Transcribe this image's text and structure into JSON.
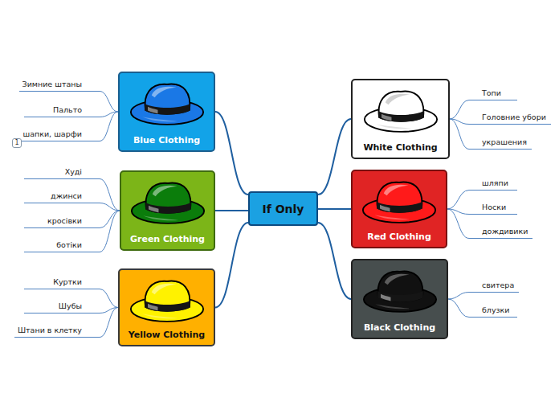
{
  "diagram": {
    "nodes": [
      {
        "text": [
          "If Only"
        ]
      },
      {
        "text": [
          "Blue Clothing"
        ]
      },
      {
        "text": [
          "Зимние штаны"
        ]
      },
      {
        "text": [
          "Пальто"
        ]
      },
      {
        "text": [
          "шапки, шарфи"
        ]
      },
      {
        "text": [
          "Green Clothing"
        ]
      },
      {
        "text": [
          "Худі"
        ]
      },
      {
        "text": [
          "джинси"
        ]
      },
      {
        "text": [
          "кросівки"
        ]
      },
      {
        "text": [
          "ботіки"
        ]
      },
      {
        "text": [
          "Yellow Clothing"
        ]
      },
      {
        "text": [
          "Куртки"
        ]
      },
      {
        "text": [
          "Шубы"
        ]
      },
      {
        "text": [
          "Штани в клетку"
        ]
      },
      {
        "text": [
          "White Clothing"
        ]
      },
      {
        "text": [
          "Топи"
        ]
      },
      {
        "text": [
          "Головние убори"
        ]
      },
      {
        "text": [
          "украшения"
        ]
      },
      {
        "text": [
          "Red Clothing"
        ]
      },
      {
        "text": [
          "шляпи"
        ]
      },
      {
        "text": [
          "Носки"
        ]
      },
      {
        "text": [
          "дождивики"
        ]
      },
      {
        "text": [
          "Black Clothing"
        ]
      },
      {
        "text": [
          "свитера"
        ]
      },
      {
        "text": [
          "блузки"
        ]
      }
    ],
    "edges": [
      {
        "from": 0,
        "to": 1,
        "arrow": "none"
      },
      {
        "from": 0,
        "to": 5,
        "arrow": "none"
      },
      {
        "from": 0,
        "to": 10,
        "arrow": "none"
      },
      {
        "from": 0,
        "to": 14,
        "arrow": "none"
      },
      {
        "from": 0,
        "to": 18,
        "arrow": "none"
      },
      {
        "from": 0,
        "to": 22,
        "arrow": "none"
      },
      {
        "from": 1,
        "to": 2,
        "arrow": "none"
      },
      {
        "from": 1,
        "to": 3,
        "arrow": "none"
      },
      {
        "from": 1,
        "to": 4,
        "arrow": "none"
      },
      {
        "from": 5,
        "to": 6,
        "arrow": "none"
      },
      {
        "from": 5,
        "to": 7,
        "arrow": "none"
      },
      {
        "from": 5,
        "to": 8,
        "arrow": "none"
      },
      {
        "from": 5,
        "to": 9,
        "arrow": "none"
      },
      {
        "from": 10,
        "to": 11,
        "arrow": "none"
      },
      {
        "from": 10,
        "to": 12,
        "arrow": "none"
      },
      {
        "from": 10,
        "to": 13,
        "arrow": "none"
      },
      {
        "from": 14,
        "to": 15,
        "arrow": "none"
      },
      {
        "from": 14,
        "to": 16,
        "arrow": "none"
      },
      {
        "from": 14,
        "to": 17,
        "arrow": "none"
      },
      {
        "from": 18,
        "to": 19,
        "arrow": "none"
      },
      {
        "from": 18,
        "to": 20,
        "arrow": "none"
      },
      {
        "from": 18,
        "to": 21,
        "arrow": "none"
      },
      {
        "from": 22,
        "to": 23,
        "arrow": "none"
      },
      {
        "from": 22,
        "to": 24,
        "arrow": "none"
      }
    ],
    "labels": [
      "1"
    ]
  }
}
